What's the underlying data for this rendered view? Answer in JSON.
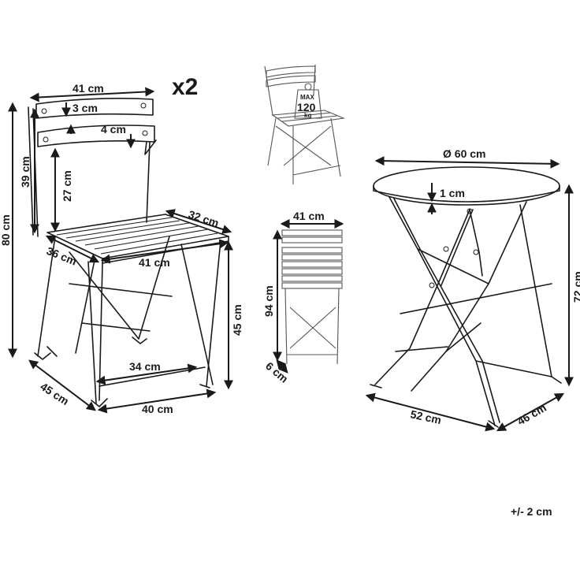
{
  "multiplier": "x2",
  "chair": {
    "back_width": "41 cm",
    "slat_gap": "3 cm",
    "slat_height": "4 cm",
    "back_height": "39 cm",
    "back_leg": "27 cm",
    "total_height": "80 cm",
    "seat_side": "32 cm",
    "seat_depth": "36 cm",
    "seat_width": "41 cm",
    "seat_height": "45 cm",
    "stretcher_width": "34 cm",
    "base_width": "40 cm",
    "base_depth": "45 cm"
  },
  "badge": {
    "line1": "MAX",
    "line2": "120",
    "line3": "kg"
  },
  "folded_chair": {
    "width": "41 cm",
    "height": "94 cm",
    "depth": "6 cm"
  },
  "table": {
    "diameter": "Ø 60 cm",
    "top_thickness": "1 cm",
    "height": "72 cm",
    "base_width": "52 cm",
    "base_depth": "46 cm"
  },
  "tolerance": "+/- 2 cm"
}
